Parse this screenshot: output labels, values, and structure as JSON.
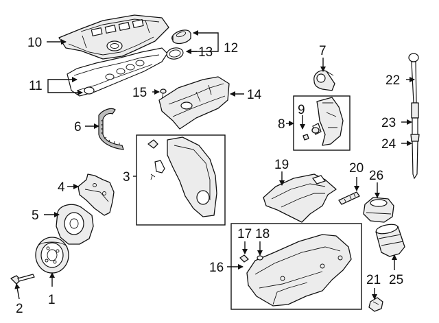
{
  "callouts": {
    "c1": "1",
    "c2": "2",
    "c3": "3",
    "c4": "4",
    "c5": "5",
    "c6": "6",
    "c7": "7",
    "c8": "8",
    "c9": "9",
    "c10": "10",
    "c11": "11",
    "c12": "12",
    "c13": "13",
    "c14": "14",
    "c15": "15",
    "c16": "16",
    "c17": "17",
    "c18": "18",
    "c19": "19",
    "c20": "20",
    "c21": "21",
    "c22": "22",
    "c23": "23",
    "c24": "24",
    "c25": "25",
    "c26": "26"
  },
  "colors": {
    "line": "#111111",
    "part_fill": "#ececec",
    "background": "#ffffff"
  }
}
